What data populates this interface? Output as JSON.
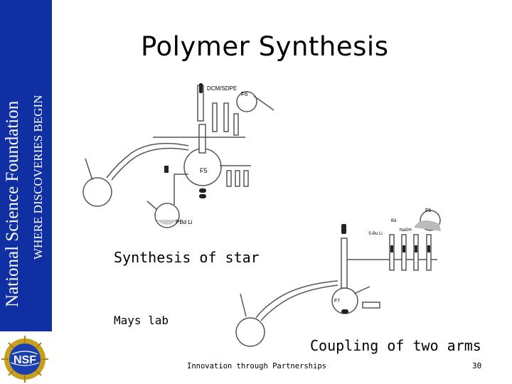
{
  "slide": {
    "title": "Polymer Synthesis",
    "page_number": "30",
    "footer": "Innovation through Partnerships"
  },
  "sidebar": {
    "organization": "National Science Foundation",
    "tagline": "WHERE DISCOVERIES BEGIN",
    "logo_text": "NSF",
    "brand_color": "#0f2fa3"
  },
  "captions": {
    "star": "Synthesis of star",
    "lab": "Mays lab",
    "coupling": "Coupling of two arms"
  },
  "diagram_top": {
    "labels": {
      "reagent_top": "DCM/SDPE",
      "flask_f6": "F6",
      "flask_f5": "F5",
      "flask_initiator": "PBd Li"
    }
  },
  "diagram_bottom": {
    "labels": {
      "flask_f6": "F6",
      "reagent_a": "Bd",
      "reagent_b": "NaOH",
      "reagent_c": "S-Bu Li",
      "flask_f7": "F7"
    }
  }
}
